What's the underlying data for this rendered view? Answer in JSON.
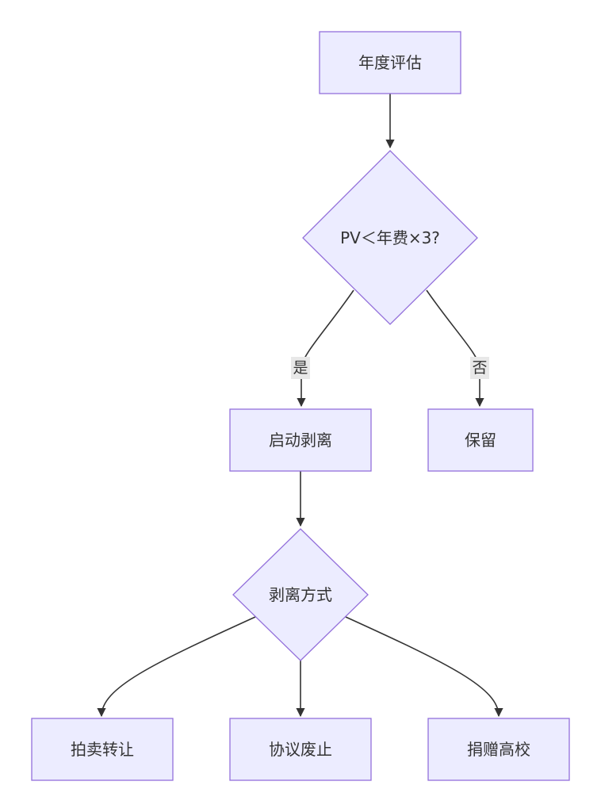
{
  "diagram": {
    "nodes": {
      "annual_review": "年度评估",
      "decision_pv": "PV＜年费×3?",
      "start_divest": "启动剥离",
      "keep": "保留",
      "divest_method": "剥离方式",
      "auction_transfer": "拍卖转让",
      "agreed_abandon": "协议废止",
      "donate_university": "捐赠高校"
    },
    "edges": {
      "yes_label": "是",
      "no_label": "否"
    },
    "colors": {
      "node_fill": "#ECECFF",
      "node_stroke": "#9370DB",
      "edge": "#333333",
      "edge_label_bg": "#E8E8E8"
    }
  }
}
